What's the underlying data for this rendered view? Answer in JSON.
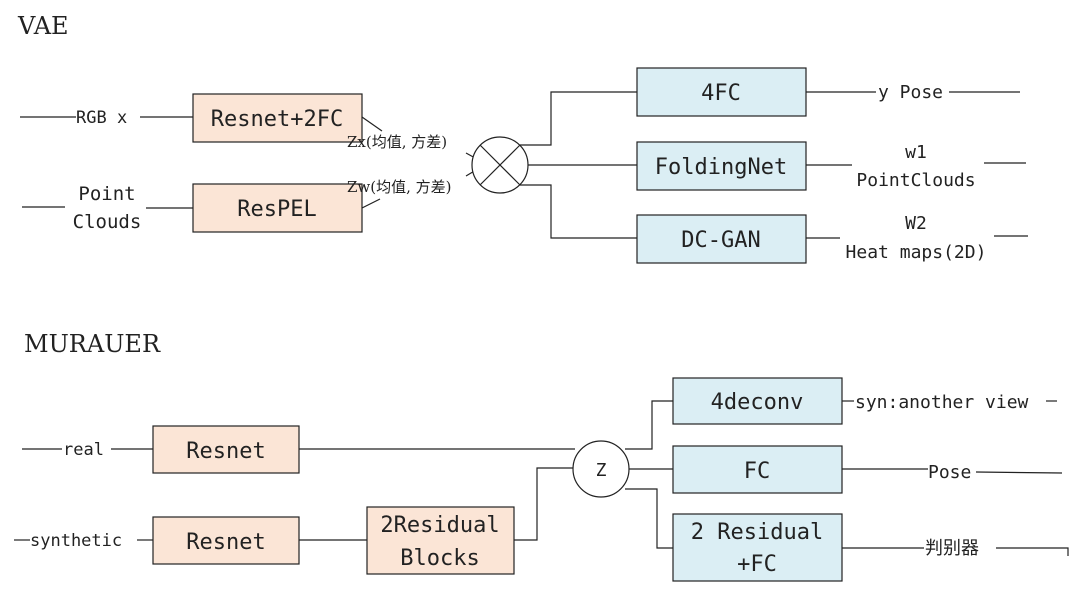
{
  "colors": {
    "encoder_fill": "#fbe5d6",
    "decoder_fill": "#dbeef4",
    "stroke": "#222222"
  },
  "vae": {
    "title": "VAE",
    "inputs": {
      "rgb": "RGB x",
      "point_line1": "Point",
      "point_line2": "Clouds"
    },
    "encoders": {
      "resnet2fc": "Resnet+2FC",
      "respel": "ResPEL"
    },
    "latents": {
      "zx": "Zx(均值, 方差)",
      "zw": "Zw(均值, 方差)"
    },
    "decoders": {
      "fc4": "4FC",
      "foldingnet": "FoldingNet",
      "dcgan": "DC-GAN"
    },
    "outputs": {
      "pose": "y Pose",
      "w1": "w1",
      "pointclouds": "PointClouds",
      "w2": "W2",
      "heatmaps": "Heat maps(2D)"
    }
  },
  "murauer": {
    "title": "MURAUER",
    "inputs": {
      "real": "real",
      "synthetic": "synthetic"
    },
    "encoders": {
      "resnet_real": "Resnet",
      "resnet_syn": "Resnet"
    },
    "residual": {
      "line1": "2Residual",
      "line2": "Blocks"
    },
    "z_node": "Z",
    "decoders": {
      "deconv": "4deconv",
      "fc": "FC",
      "res_line1": "2 Residual",
      "res_line2": "+FC"
    },
    "outputs": {
      "syn": "syn:another view",
      "pose": "Pose",
      "disc": "判别器"
    }
  }
}
